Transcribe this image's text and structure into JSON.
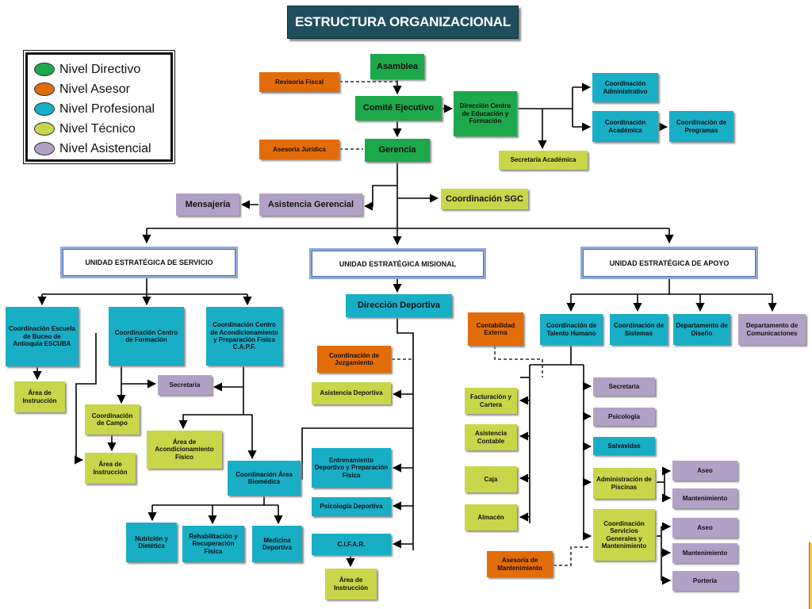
{
  "title": "ESTRUCTURA ORGANIZACIONAL",
  "colors": {
    "directivo": "#1ea84c",
    "asesor": "#e36c0a",
    "profesional": "#17aec6",
    "tecnico": "#c9d64a",
    "asistencial": "#b2a1c7",
    "title_bg": "#1f4e5f",
    "unit_border": "#8fa8d8"
  },
  "legend": [
    {
      "label": "Nivel Directivo",
      "color": "#1ea84c"
    },
    {
      "label": "Nivel Asesor",
      "color": "#e36c0a"
    },
    {
      "label": "Nivel Profesional",
      "color": "#17aec6"
    },
    {
      "label": "Nivel Técnico",
      "color": "#c9d64a"
    },
    {
      "label": "Nivel Asistencial",
      "color": "#b2a1c7"
    }
  ],
  "nodes": {
    "asamblea": "Asamblea",
    "revisoria": "Revisoria Fiscal",
    "comite": "Comité Ejecutivo",
    "direccion_centro": "Dirección Centro de Educación y Formación",
    "coord_admin": "Coordinación Administrativo",
    "coord_academica": "Coordinación Académica",
    "coord_programas": "Coordinación de Programas",
    "secretaria_academica": "Secretaria Académica",
    "asesoria_juridica": "Asesoria Jurídica",
    "gerencia": "Gerencia",
    "mensajeria": "Mensajería",
    "asistencia_gerencial": "Asistencia Gerencial",
    "coord_sgc": "Coordinación SGC",
    "ue_servicio": "UNIDAD ESTRATÉGICA DE SERVICIO",
    "ue_misional": "UNIDAD ESTRATÉGICA MISIONAL",
    "ue_apoyo": "UNIDAD ESTRATÉGICA DE APOYO",
    "coord_escuela": "Coordinación Escuela de Buceo de Antioquia ESCUBA",
    "coord_centro_formacion": "Coordinación Centro de Formación",
    "coord_capf": "Coordinación Centro de Acondicionamiento y Preparación Física C.A.P.F.",
    "area_instruccion_1": "Área de Instrucción",
    "secretaria_servicio": "Secretaria",
    "coord_campo": "Coordinación de Campo",
    "area_acondicionamiento": "Área de Acondicionamiento Físico",
    "area_instruccion_2": "Área de Instrucción",
    "coord_biomedica": "Coordinación Área Biomédica",
    "nutricion": "Nutrición y Dietética",
    "rehabilitacion": "Rehabilitación y Recuperación Física",
    "medicina": "Medicina Deportiva",
    "direccion_deportiva": "Dirección Deportiva",
    "coord_juzgamiento": "Coordinación de Juzgamiento",
    "asistencia_deportiva": "Asistencia Deportiva",
    "entrenamiento": "Entrenamiento Deportivo y Preparación Física",
    "psicologia_deportiva": "Psicología Deportiva",
    "cifar": "C.I.F.A.R.",
    "area_instruccion_3": "Área de Instrucción",
    "contabilidad_externa": "Contabilidad Externa",
    "coord_talento": "Coordinación de Talento Humano",
    "coord_sistemas": "Coordinación de Sistemas",
    "depto_diseno": "Departamento de Diseño",
    "depto_comunicaciones": "Departamento de Comunicaciones",
    "facturacion": "Facturación y Cartera",
    "asistencia_contable": "Asistencia Contable",
    "caja": "Caja",
    "almacen": "Almacén",
    "secretaria_apoyo": "Secretaria",
    "psicologia": "Psicología",
    "salvavidas": "Salvavidas",
    "admin_piscinas": "Administración de Piscinas",
    "aseo_1": "Aseo",
    "mantenimiento_1": "Mantenimiento",
    "coord_servicios": "Coordinación Servicios Generales y Mantenimiento",
    "aseo_2": "Aseo",
    "mantenimiento_2": "Mantenimiento",
    "porteria": "Portería",
    "asesoria_mantenimiento": "Asesoría de Mantenimiento"
  }
}
